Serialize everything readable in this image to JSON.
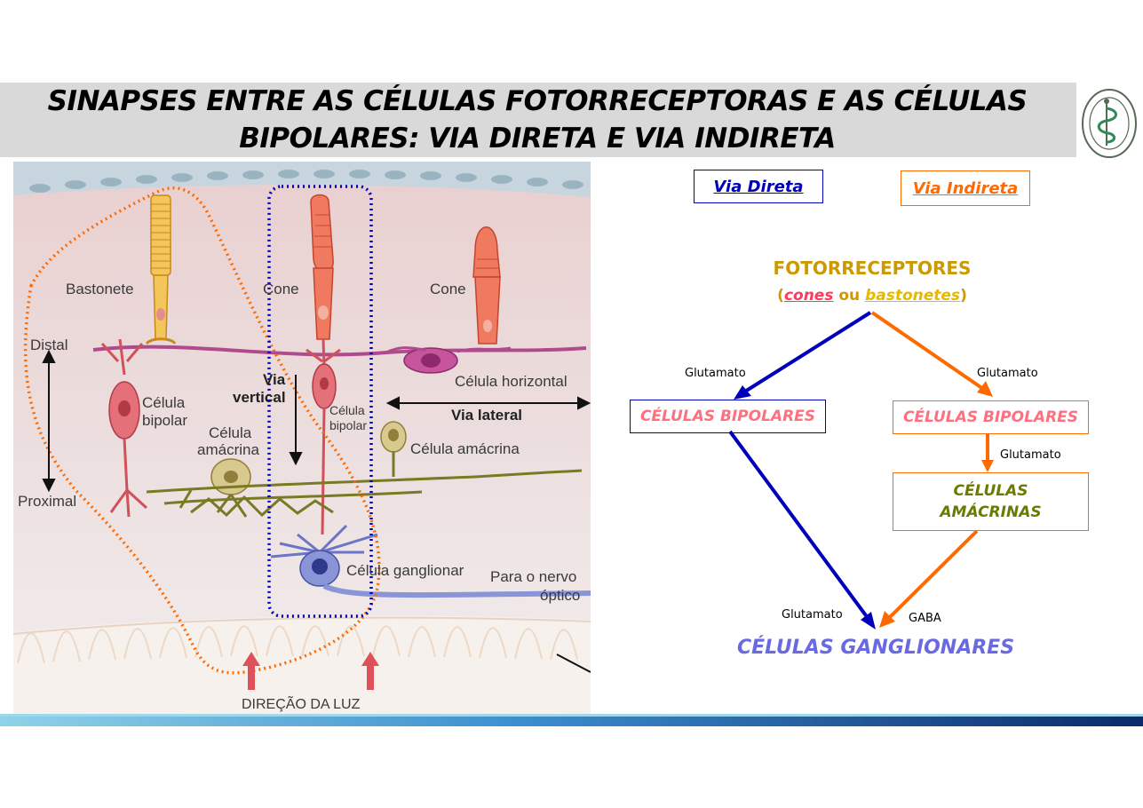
{
  "slide": {
    "title_line1": "SINAPSES ENTRE AS CÉLULAS FOTORRECEPTORAS E AS CÉLULAS",
    "title_line2": "BIPOLARES: VIA DIRETA E VIA INDIRETA"
  },
  "illustration": {
    "labels": {
      "bastonete": "Bastonete",
      "cone_left": "Cone",
      "cone_right": "Cone",
      "distal": "Distal",
      "proximal": "Proximal",
      "bipolar_left_1": "Célula",
      "bipolar_left_2": "bipolar",
      "via_vertical_1": "Via",
      "via_vertical_2": "vertical",
      "bipolar_mid_1": "Célula",
      "bipolar_mid_2": "bipolar",
      "horizontal": "Célula horizontal",
      "via_lateral": "Via lateral",
      "amacrina_left_1": "Célula",
      "amacrina_left_2": "amácrina",
      "amacrina_right": "Célula amácrina",
      "ganglionar": "Célula ganglionar",
      "nervo_1": "Para o nervo",
      "nervo_2": "óptico",
      "direcao_luz": "DIREÇÃO DA LUZ"
    }
  },
  "flow": {
    "legend_direta": "Via Direta",
    "legend_indireta": "Via Indireta",
    "fotorreceptores": "FOTORRECEPTORES",
    "sub_open": "(",
    "sub_cones": "cones",
    "sub_ou": " ou ",
    "sub_bastonetes": "bastonetes",
    "sub_close": ")",
    "glut_left": "Glutamato",
    "glut_right": "Glutamato",
    "bipolar_left": "CÉLULAS BIPOLARES",
    "bipolar_right": "CÉLULAS BIPOLARES",
    "glut_mid": "Glutamato",
    "amacrinas_1": "CÉLULAS",
    "amacrinas_2": "AMÁCRINAS",
    "glut_bottom": "Glutamato",
    "gaba": "GABA",
    "ganglionares": "CÉLULAS GANGLIONARES"
  },
  "colors": {
    "direta": "#0000bb",
    "indireta": "#ff6a00",
    "fotorreceptores": "#cc9900",
    "cones": "#ff3b5c",
    "bastonetes": "#e6b800",
    "bipolares": "#ff6f7f",
    "amacrinas": "#6b7a00",
    "ganglionares": "#6a6ae0"
  }
}
